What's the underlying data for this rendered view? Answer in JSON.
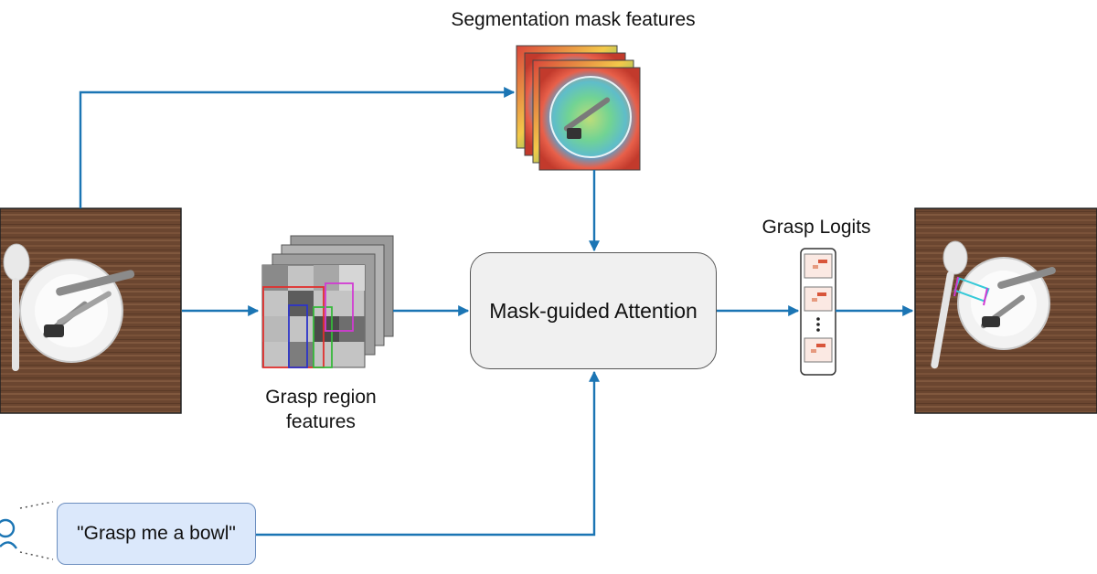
{
  "labels": {
    "segmentation": "Segmentation mask features",
    "grasp_region_line1": "Grasp region",
    "grasp_region_line2": "features",
    "grasp_logits": "Grasp Logits",
    "attention": "Mask-guided Attention",
    "prompt": "\"Grasp me a bowl\""
  },
  "colors": {
    "arrow": "#1b75b4",
    "attention_fill": "#f0f0f0",
    "attention_border": "#555555",
    "prompt_fill": "#dbe8fb",
    "prompt_border": "#6c8ebf",
    "table_wood": "#6b4630",
    "grasp_boxes": [
      "#e0302e",
      "#2d35c8",
      "#36b83a",
      "#d13bd3"
    ]
  },
  "icons": [
    "user-icon",
    "vertical-ellipsis-icon"
  ]
}
